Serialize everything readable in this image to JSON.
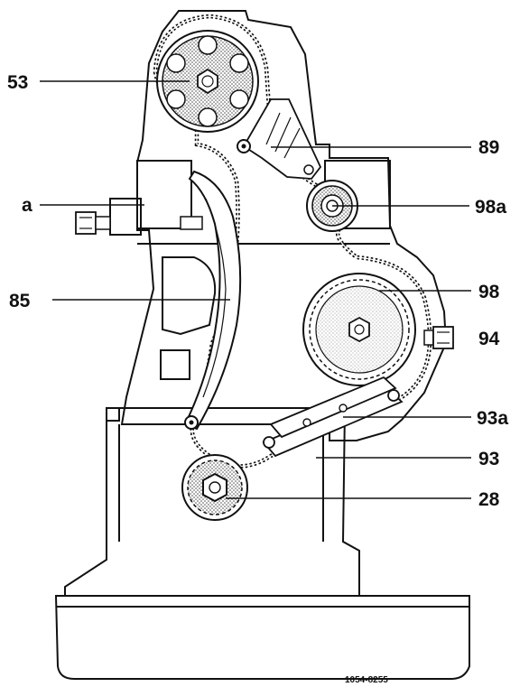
{
  "figure": {
    "callouts": [
      {
        "id": "53",
        "label": "53"
      },
      {
        "id": "a",
        "label": "a"
      },
      {
        "id": "85",
        "label": "85"
      },
      {
        "id": "89",
        "label": "89"
      },
      {
        "id": "98a",
        "label": "98a"
      },
      {
        "id": "98",
        "label": "98"
      },
      {
        "id": "94",
        "label": "94"
      },
      {
        "id": "93a",
        "label": "93a"
      },
      {
        "id": "93",
        "label": "93"
      },
      {
        "id": "28",
        "label": "28"
      }
    ],
    "reference_number": "1054-8255"
  }
}
